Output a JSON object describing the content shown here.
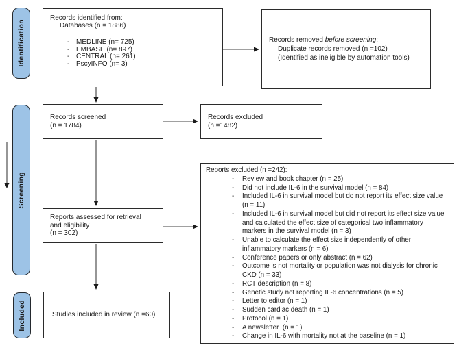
{
  "diagram_title": "PRISMA study selection flow diagram",
  "colors": {
    "stage_fill": "#9DC3E6",
    "box_border": "#2b2b2b",
    "arrow": "#404040"
  },
  "bullets": {
    "dash": "-"
  },
  "sidebar": {
    "items": [
      {
        "label": "Identification"
      },
      {
        "label": "Screening"
      },
      {
        "label": "Included"
      }
    ]
  },
  "boxes": {
    "identified": {
      "title": "Records identified from:",
      "subtitle": "Databases (n = 1886)",
      "items": [
        "MEDLINE (n= 725)",
        "EMBASE (n= 897)",
        "CENTRAL (n= 261)",
        "PscyINFO (n= 3)"
      ]
    },
    "removed": {
      "line1_prefix": "Records removed ",
      "line1_italic": "before screening",
      "line1_suffix": ":",
      "line2": "Duplicate records removed (n =102)",
      "line3": "(Identified as ineligible by automation tools)"
    },
    "screened": {
      "line1": "Records screened",
      "line2": "(n = 1784)"
    },
    "records_excluded": {
      "line1": "Records excluded",
      "line2": "(n =1482)"
    },
    "assessed": {
      "line1": "Reports assessed for retrieval",
      "line2": "and eligibility",
      "line3": "(n = 302)"
    },
    "included_review": {
      "line1": "Studies included in review (n =60)"
    },
    "reports_excluded": {
      "title": "Reports excluded (n =242):",
      "items": [
        "Review and book chapter (n = 25)",
        "Did not include IL-6 in the survival model (n = 84)",
        "Included IL-6 in survival model but do not report its effect size value (n = 11)",
        "Included IL-6 in survival model but did not report its effect size value and calculated the effect size of categorical two inflammatory markers in the survival model (n = 3)",
        "Unable to calculate the effect size independently of other inflammatory markers (n = 6)",
        "Conference papers or only abstract (n = 62)",
        "Outcome is not mortality or population was not dialysis for chronic CKD (n = 33)",
        "RCT description (n = 8)",
        "Genetic study not reporting IL-6 concentrations (n = 5)",
        "Letter to editor (n = 1)",
        "Sudden cardiac death (n = 1)",
        "Protocol (n = 1)",
        "A newsletter  (n = 1)",
        "Change in IL-6 with mortality not at the baseline (n = 1)"
      ]
    }
  }
}
